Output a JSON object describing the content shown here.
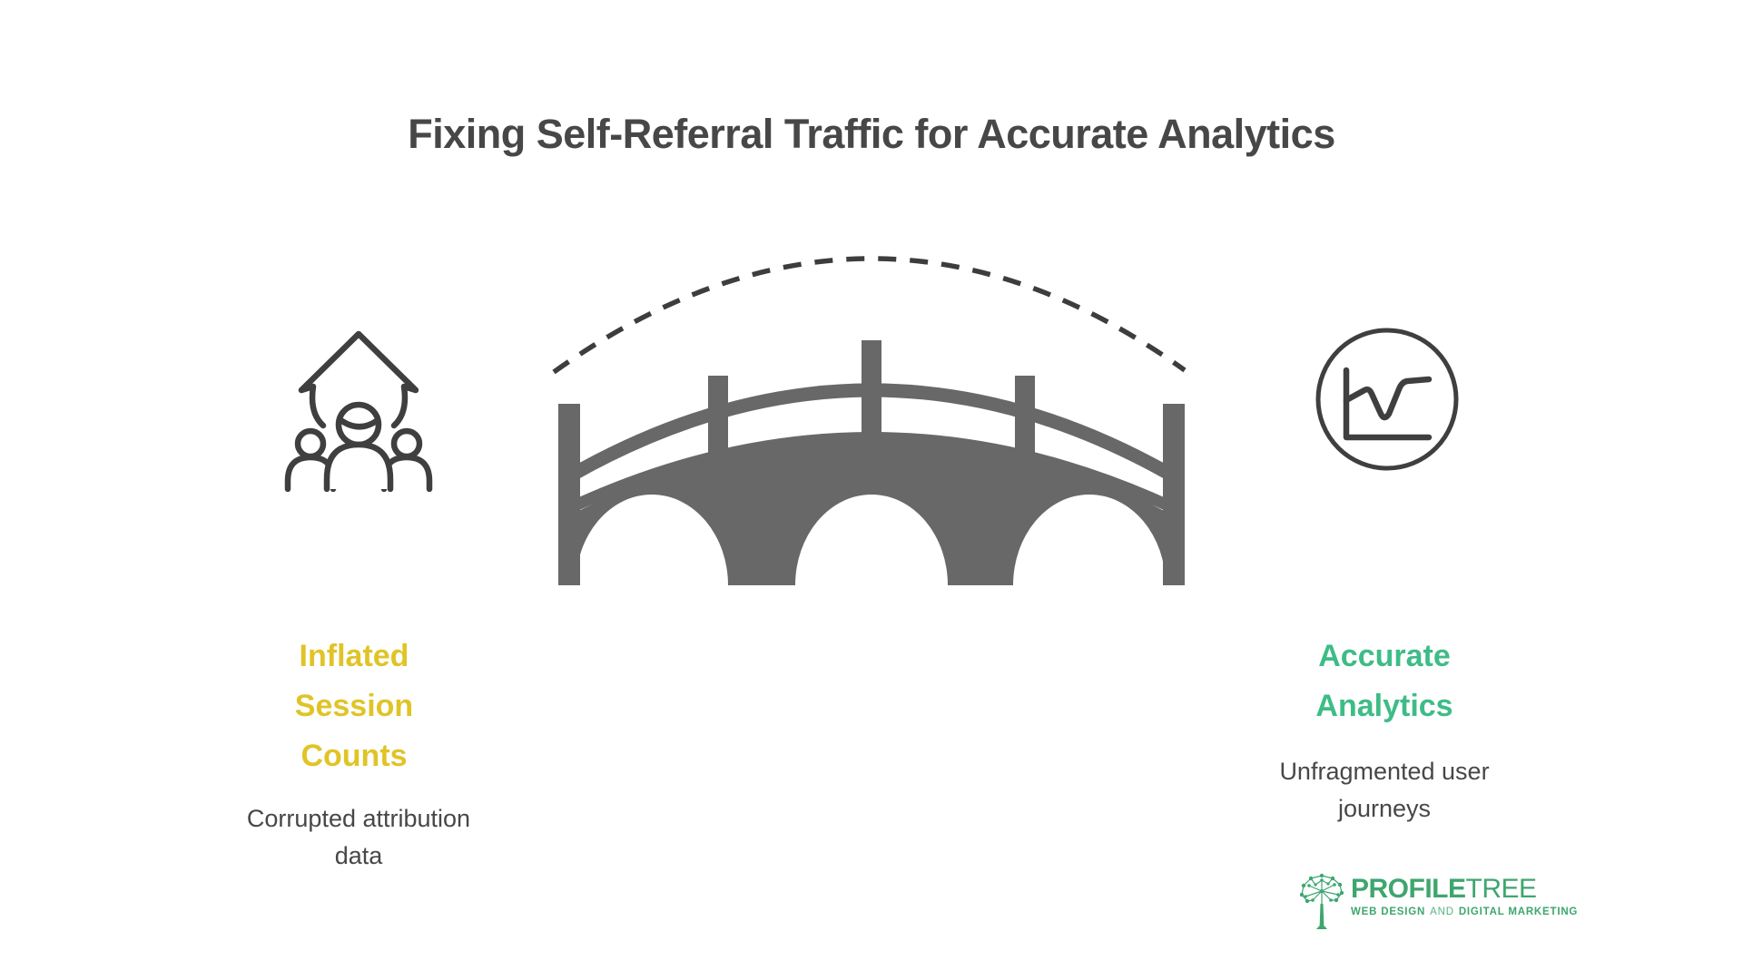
{
  "title": {
    "text": "Fixing Self-Referral Traffic for Accurate Analytics"
  },
  "bridge": {
    "icon": "arched-bridge-icon",
    "overlay": "dashed-arc-path"
  },
  "left_item": {
    "icon": "growing-audience-icon",
    "heading": "Inflated Session Counts",
    "description": "Corrupted attribution data"
  },
  "right_item": {
    "icon": "line-chart-circle-icon",
    "heading": "Accurate Analytics",
    "description": "Unfragmented user journeys"
  },
  "footer_logo": {
    "brand_primary": "PROFILE",
    "brand_secondary": "TREE",
    "tagline_left": "WEB DESIGN",
    "tagline_mid": "AND",
    "tagline_right": "DIGITAL MARKETING"
  },
  "colors": {
    "text_dark": "#474747",
    "left_heading": "#E0C427",
    "right_heading": "#3EBC87",
    "logo_green": "#3EA66F",
    "bridge_gray": "#686868",
    "dash_dark": "#3D3D3D",
    "icon_stroke": "#3F3F3F"
  }
}
